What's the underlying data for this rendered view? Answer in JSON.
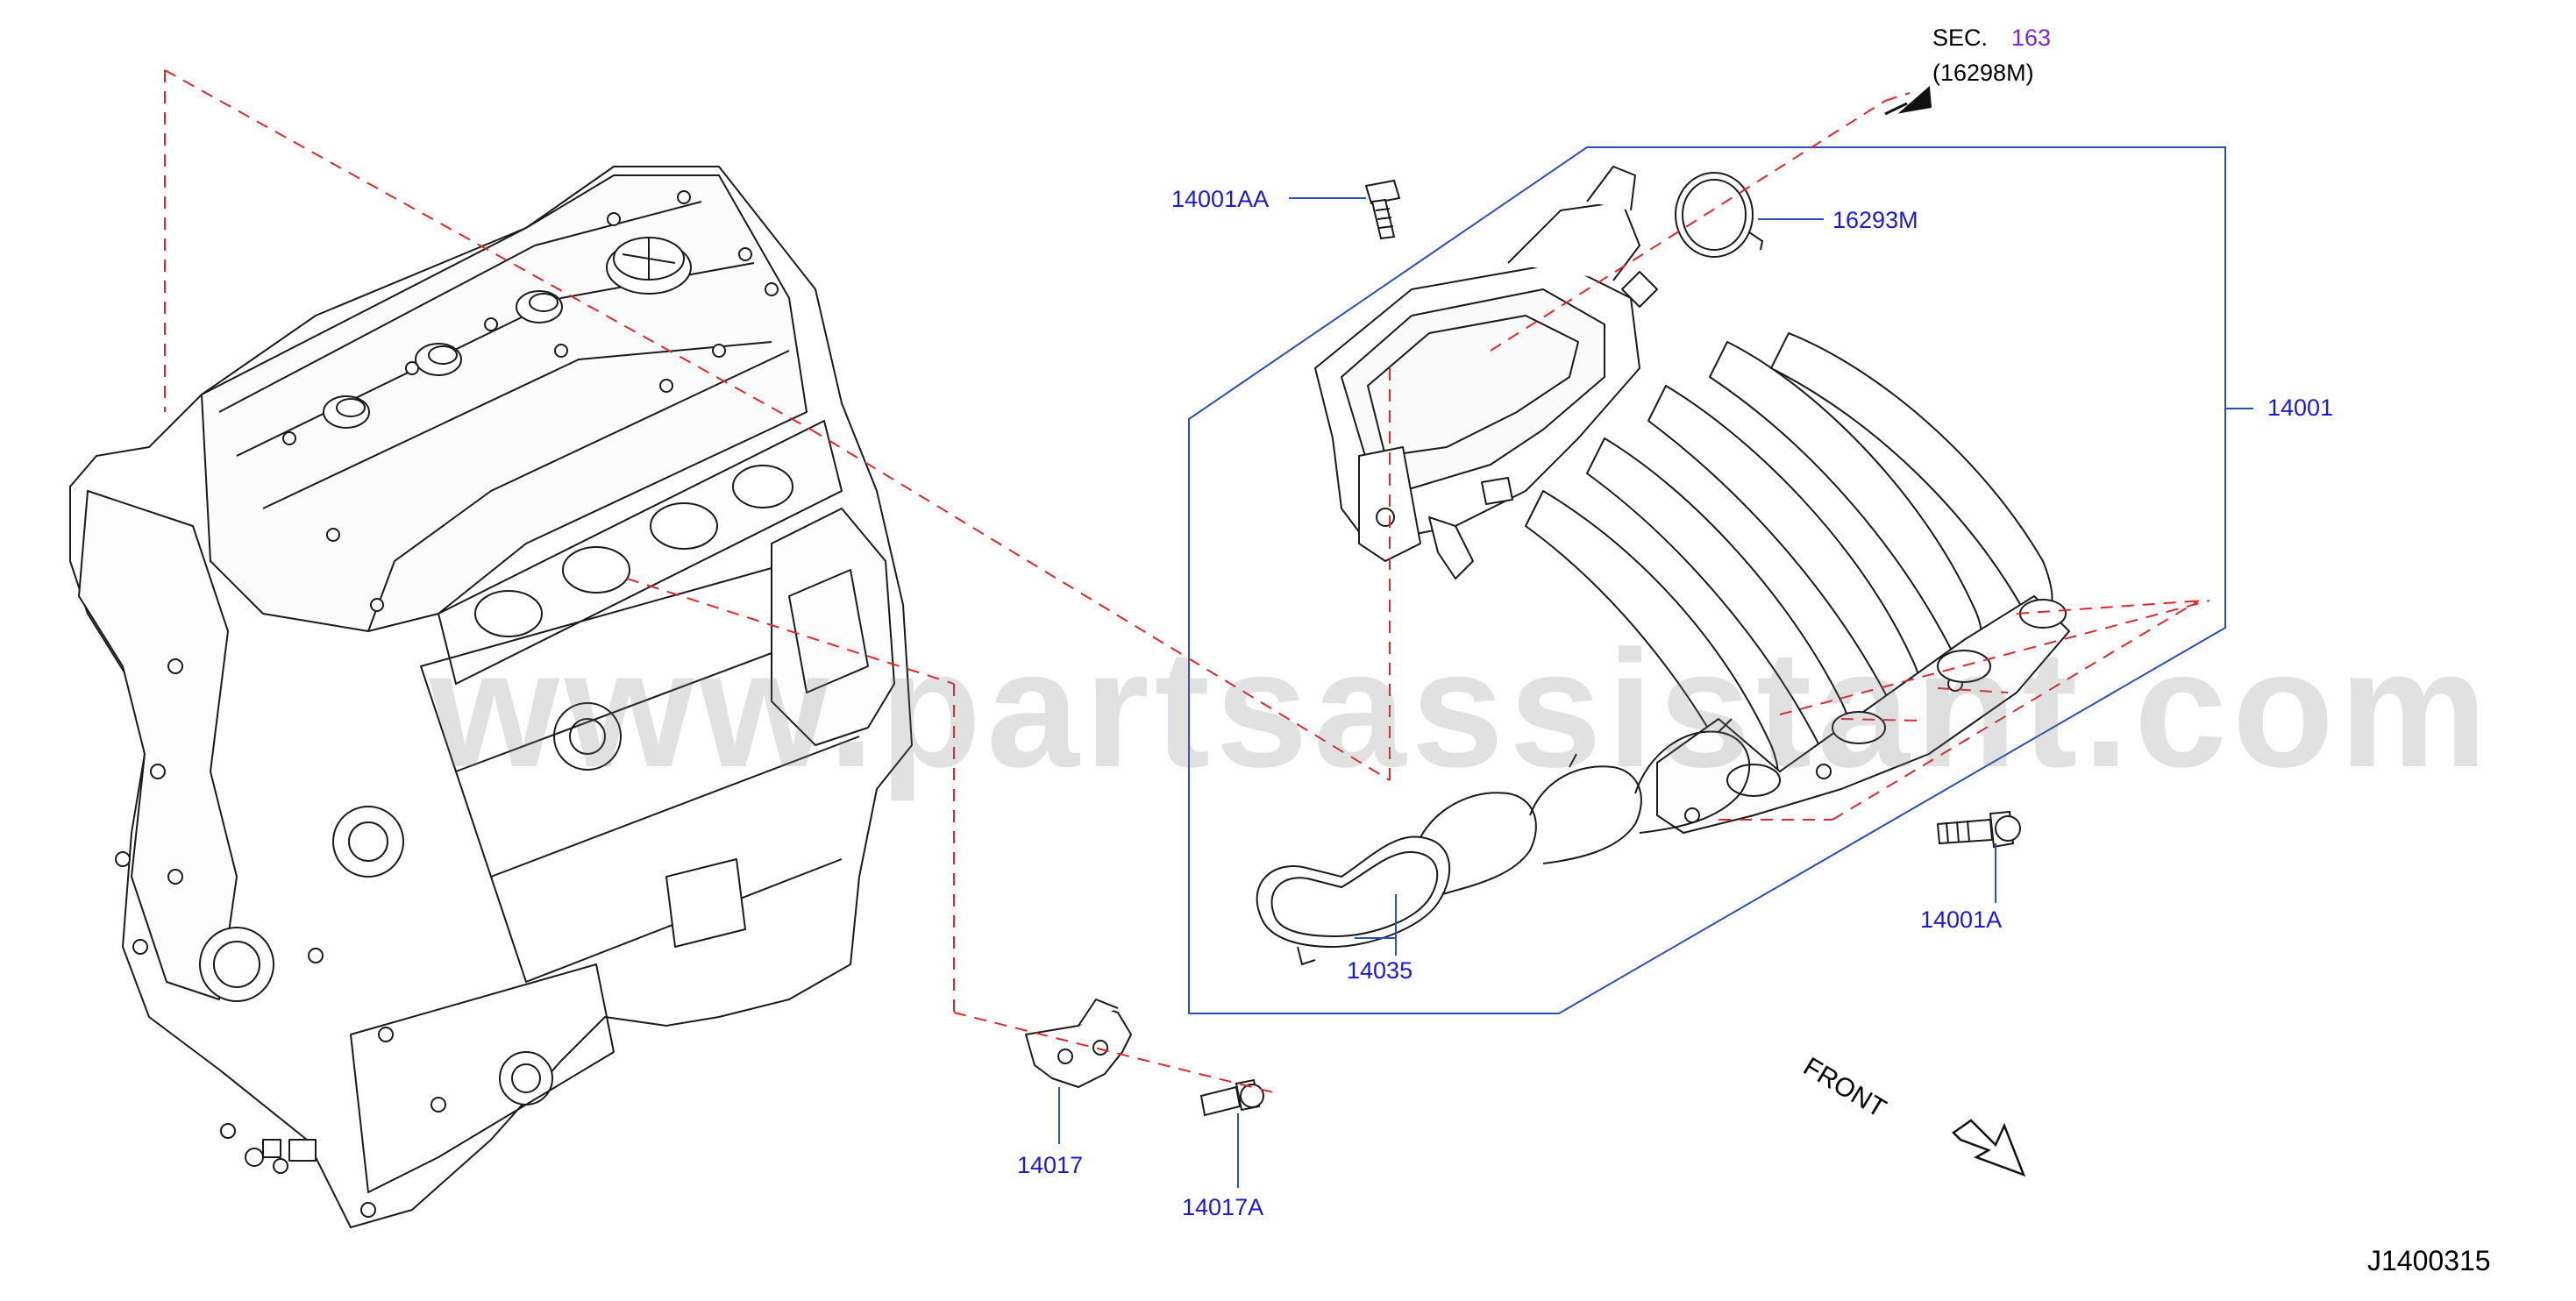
{
  "diagram": {
    "id": "J1400315",
    "watermark": "www.partsassistant.com",
    "front_label": "FRONT",
    "section_ref": {
      "prefix": "SEC.",
      "number": "163",
      "sub": "(16298M)"
    },
    "callouts": {
      "p14001AA": "14001AA",
      "p16293M": "16293M",
      "p14001": "14001",
      "p14001A": "14001A",
      "p14035": "14035",
      "p14017": "14017",
      "p14017A": "14017A"
    }
  },
  "colors": {
    "part_label": "#1a1ad6",
    "section_number": "#7a28d8",
    "leader_dashed": "#e0262c",
    "outline_box": "#2a4fb8",
    "drawing": "#1a1a1a"
  }
}
